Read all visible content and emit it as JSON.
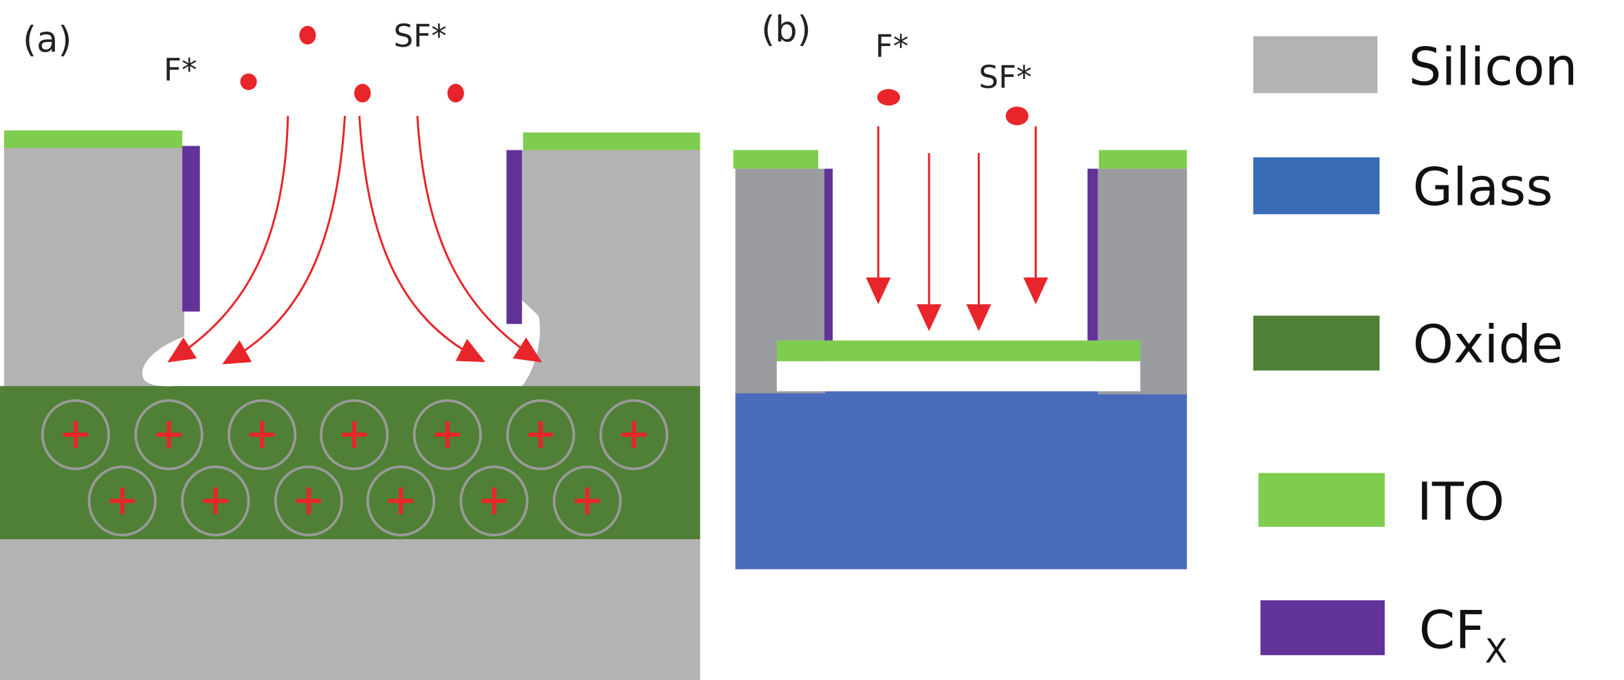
{
  "panel_a": {
    "label": "(a)",
    "species": [
      "F*",
      "SF*"
    ]
  },
  "panel_b": {
    "label": "(b)",
    "species": [
      "F*",
      "SF*"
    ]
  },
  "legend": {
    "items": [
      {
        "label": "Silicon",
        "color": "#b3b3b3"
      },
      {
        "label": "Glass",
        "color": "#3a6cb5"
      },
      {
        "label": "Oxide",
        "color": "#508035"
      },
      {
        "label": "ITO",
        "color": "#7fcd4f"
      },
      {
        "label": "CF",
        "subscript": "X",
        "color": "#613399"
      }
    ]
  },
  "colors": {
    "radical": "#e8252a",
    "silicon_b": "#9b9ca0",
    "glass_b": "#4a6bbb",
    "charge_ring": "#9a9a9a"
  }
}
